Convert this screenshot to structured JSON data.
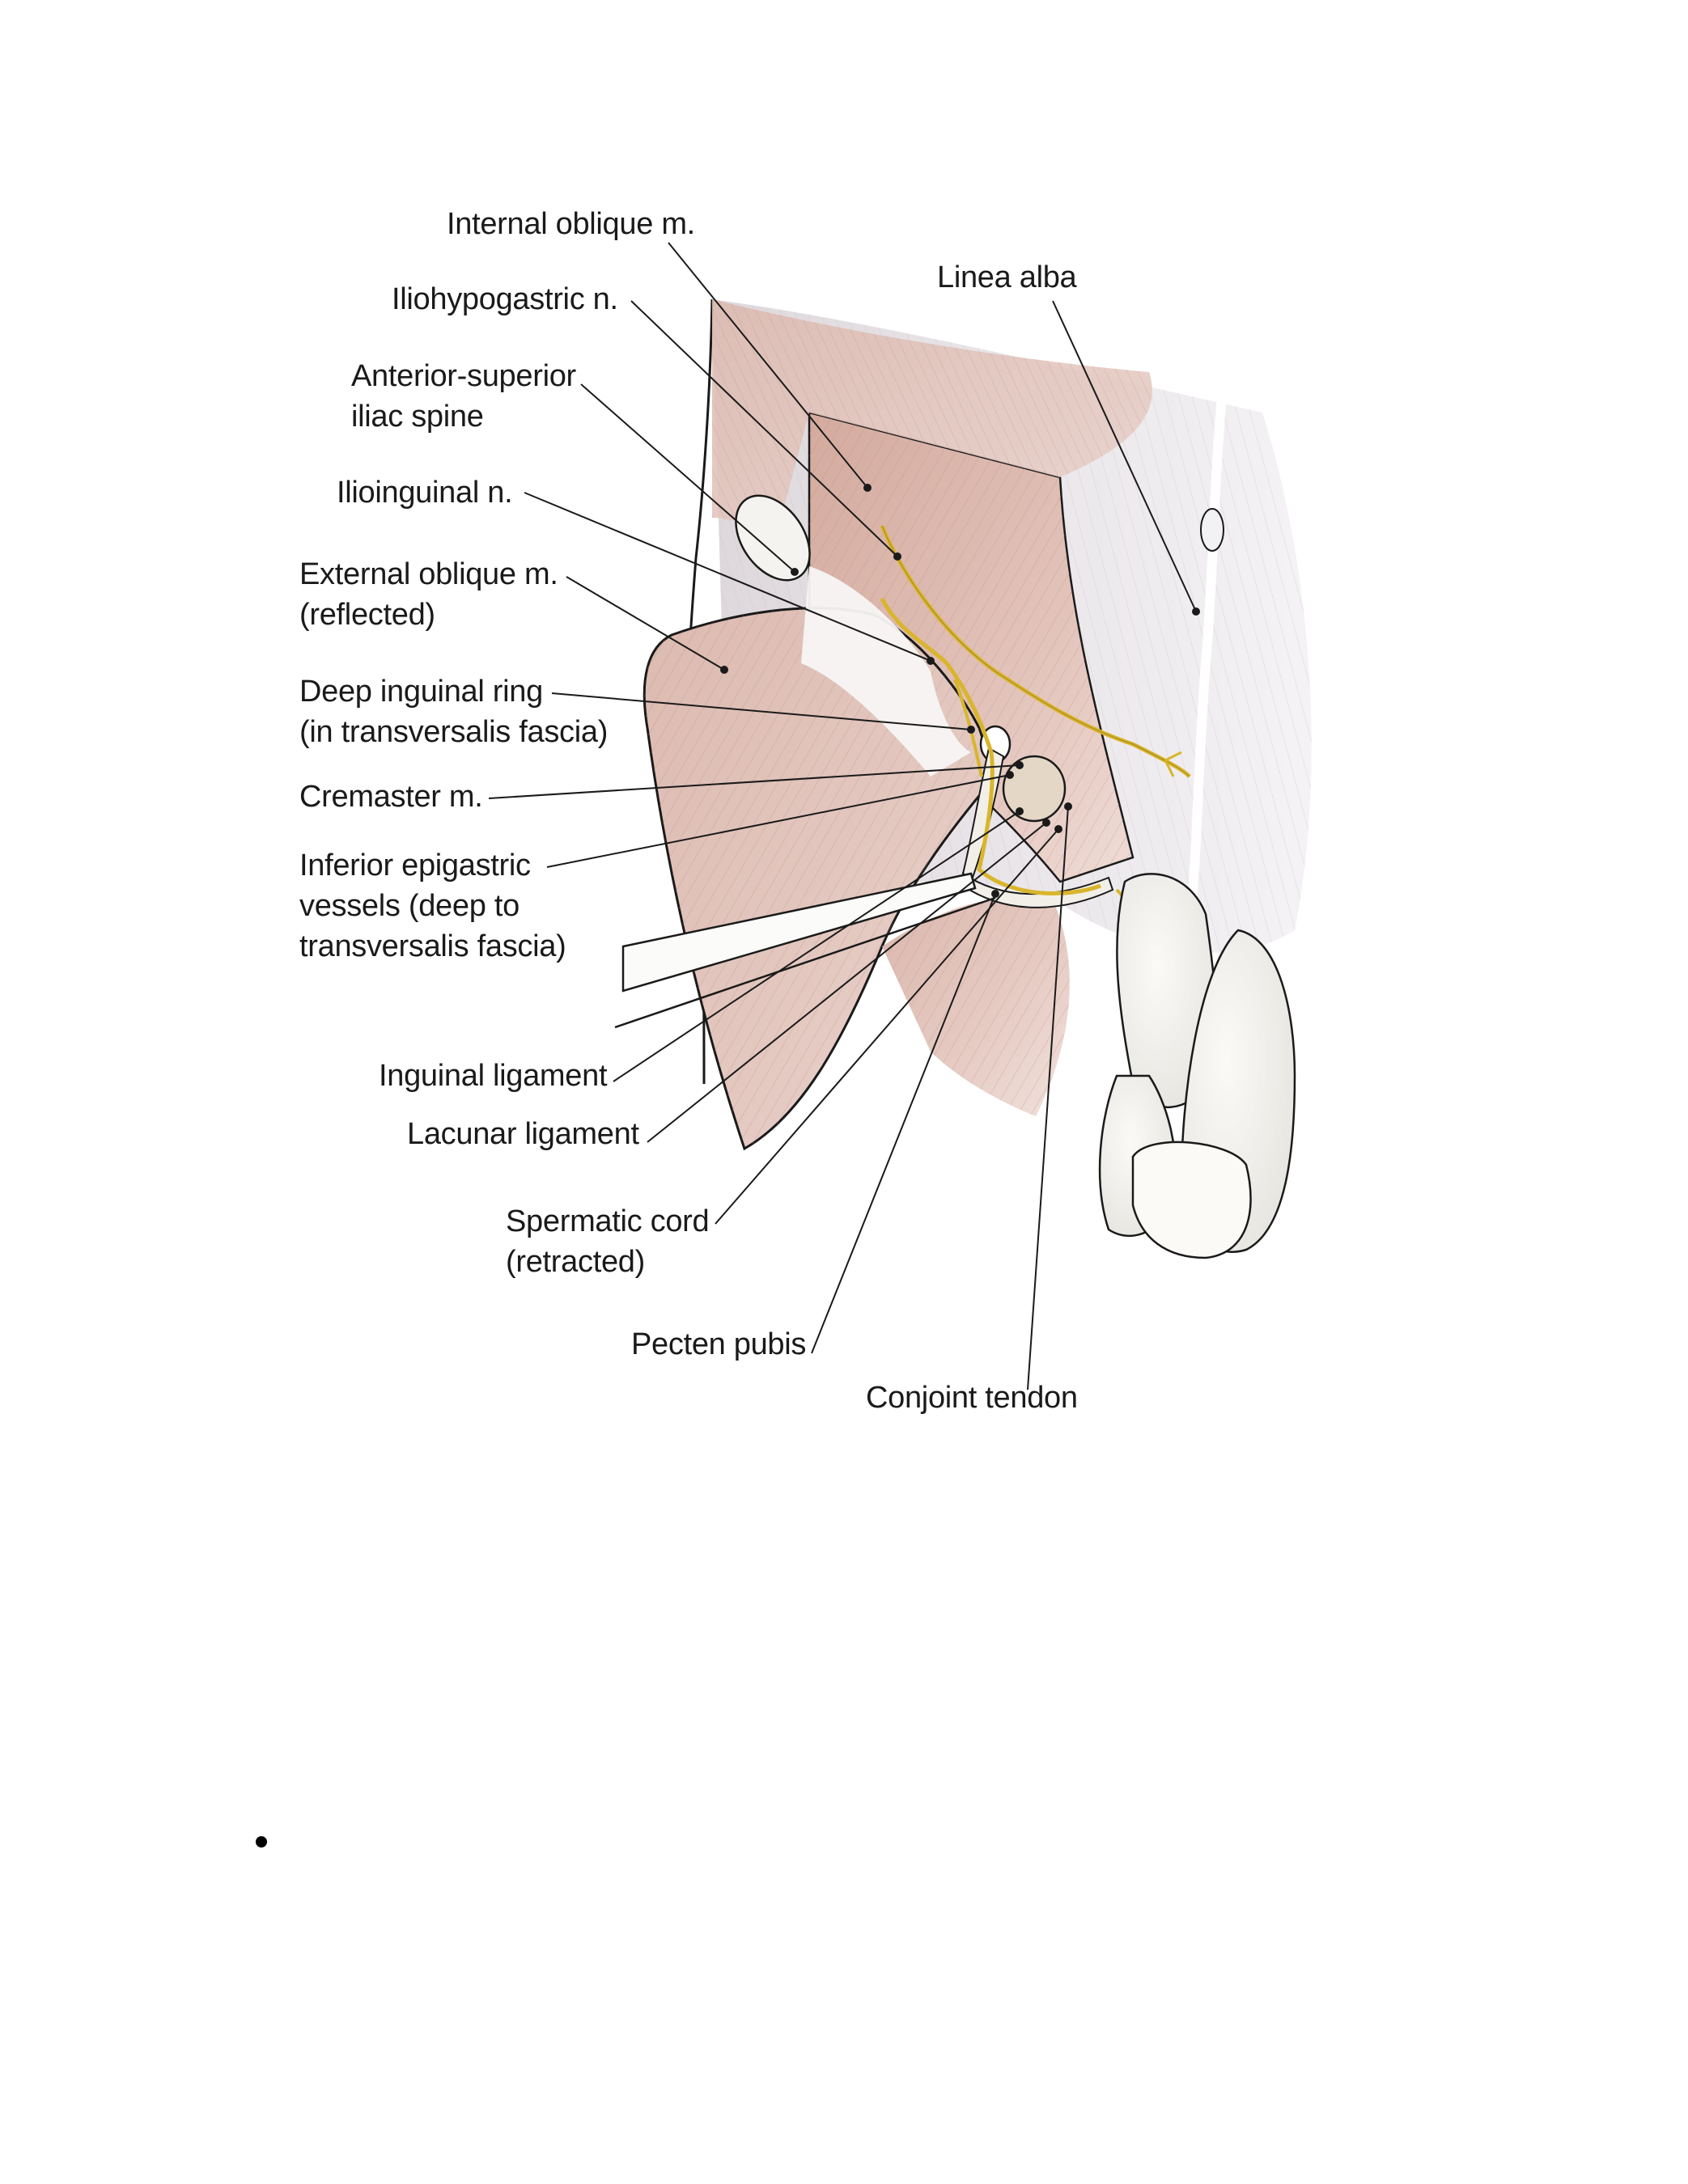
{
  "labels": {
    "internal_oblique": [
      "Internal oblique m."
    ],
    "linea_alba": [
      "Linea alba"
    ],
    "iliohypogastric": [
      "Iliohypogastric n."
    ],
    "asis": [
      "Anterior-superior",
      "iliac spine"
    ],
    "ilioinguinal": [
      "Ilioinguinal n."
    ],
    "external_oblique": [
      "External oblique m.",
      "(reflected)"
    ],
    "deep_ring": [
      "Deep inguinal ring",
      "(in transversalis fascia)"
    ],
    "cremaster": [
      "Cremaster m."
    ],
    "inferior_epigastric": [
      "Inferior epigastric",
      "vessels (deep to",
      "transversalis fascia)"
    ],
    "inguinal_ligament": [
      "Inguinal ligament"
    ],
    "lacunar_ligament": [
      "Lacunar ligament"
    ],
    "spermatic_cord": [
      "Spermatic cord",
      "(retracted)"
    ],
    "pecten_pubis": [
      "Pecten pubis"
    ],
    "conjoint_tendon": [
      "Conjoint tendon"
    ]
  },
  "colors": {
    "muscle": "#d9b7ad",
    "muscle_light": "#ead5cf",
    "fascia": "#e8e6ea",
    "nerve": "#d9b52c",
    "outline": "#1a1a1a"
  }
}
